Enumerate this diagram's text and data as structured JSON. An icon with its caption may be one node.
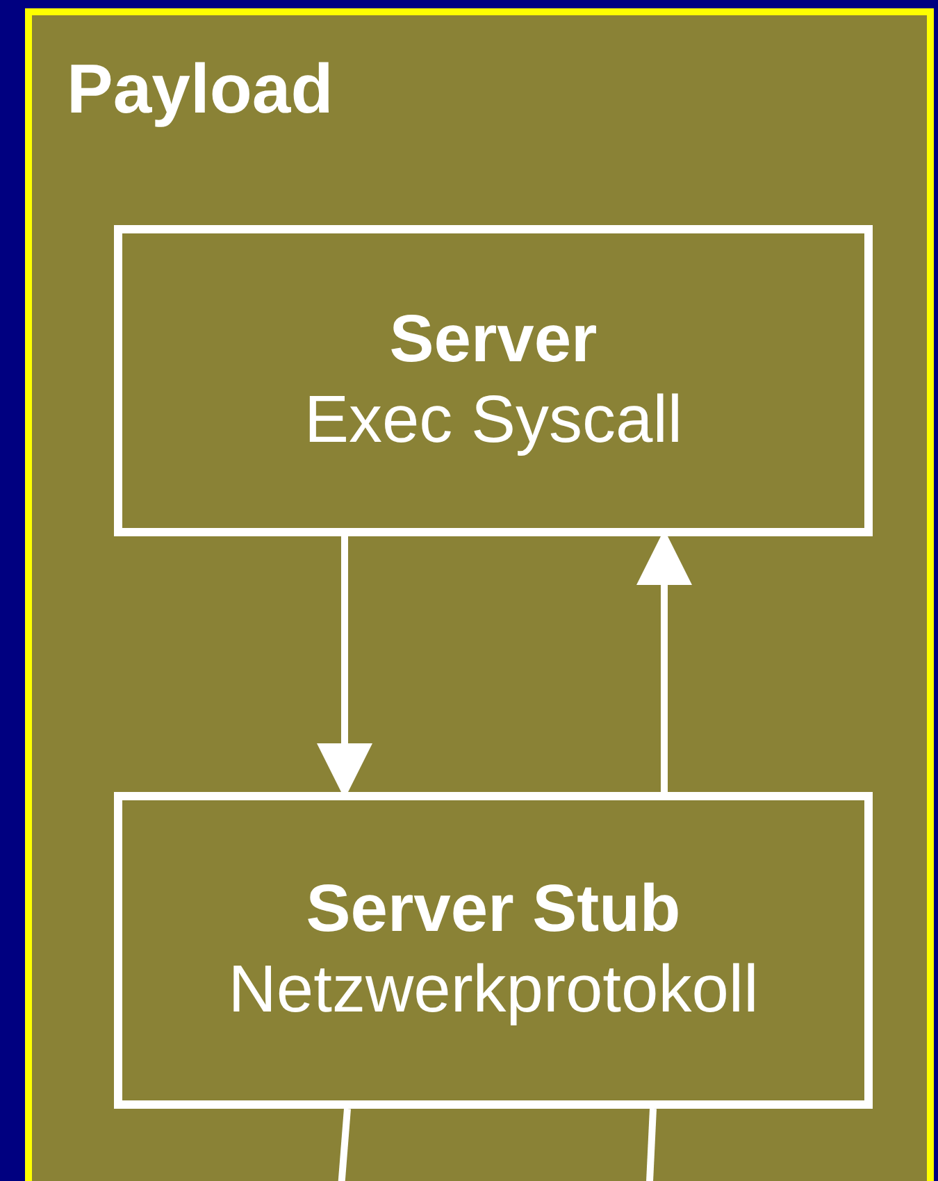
{
  "diagram": {
    "nodes": [
      {
        "text": [
          "Payload"
        ]
      },
      {
        "text": [
          "Server",
          "Exec Syscall"
        ],
        "in": 0
      },
      {
        "text": [
          "Server Stub",
          "Netzwerkprotokoll"
        ],
        "in": 0
      }
    ],
    "edges": [
      {
        "from": 1,
        "to": 2,
        "arrow": "to"
      },
      {
        "from": 2,
        "to": 1,
        "arrow": "to"
      },
      {
        "from": 2,
        "to": null,
        "arrow": "none"
      },
      {
        "from": 2,
        "to": null,
        "arrow": "none"
      }
    ]
  }
}
